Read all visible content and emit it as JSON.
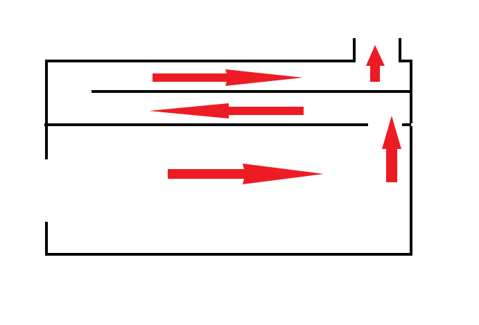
{
  "diagram": {
    "line_color": "#000000",
    "arrow_color": "#ed1c24",
    "arrows": [
      {
        "name": "flow-arrow-top-right",
        "direction": "right"
      },
      {
        "name": "flow-arrow-middle-left",
        "direction": "left"
      },
      {
        "name": "flow-arrow-bottom-right",
        "direction": "right"
      },
      {
        "name": "exhaust-arrow-up",
        "direction": "up"
      },
      {
        "name": "riser-arrow-up",
        "direction": "up"
      }
    ]
  }
}
